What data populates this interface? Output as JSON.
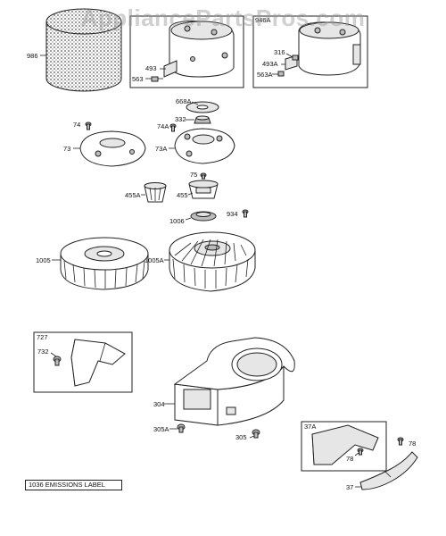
{
  "watermark": "AppliancePartsPros.com",
  "emissions_label": "1036 EMISSIONS LABEL",
  "labels": {
    "p986": "986",
    "p493": "493",
    "p563": "563",
    "p946A": "946A",
    "p316": "316",
    "p493A": "493A",
    "p563A": "563A",
    "p668A": "668A",
    "p74": "74",
    "p74A": "74A",
    "p332": "332",
    "p73": "73",
    "p73A": "73A",
    "p75": "75",
    "p455A": "455A",
    "p455": "455",
    "p1006": "1006",
    "p934": "934",
    "p1005": "1005",
    "p1005A": "1005A",
    "p727": "727",
    "p732": "732",
    "p304": "304",
    "p305A": "305A",
    "p305": "305",
    "p37A": "37A",
    "p78a": "78",
    "p78b": "78",
    "p37": "37"
  }
}
